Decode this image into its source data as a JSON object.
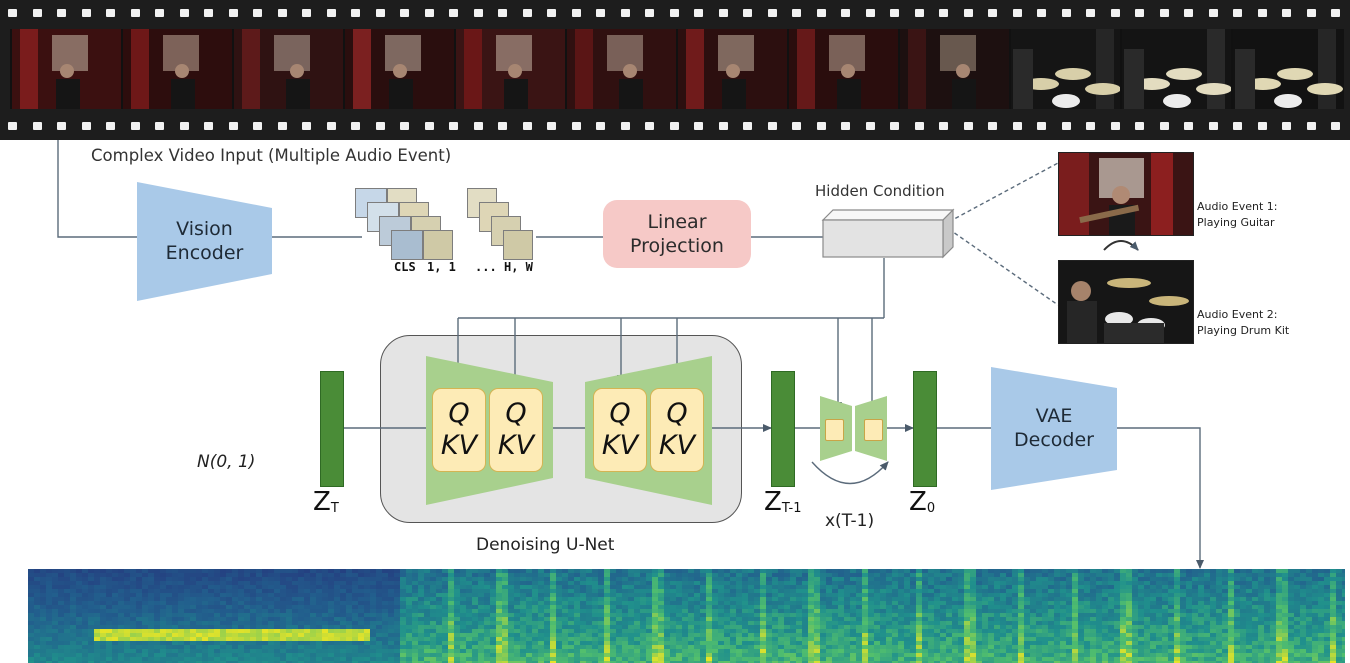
{
  "labels": {
    "video_input": "Complex Video Input (Multiple Audio Event)",
    "vision_encoder": [
      "Vision",
      "Encoder"
    ],
    "linear_projection": [
      "Linear",
      "Projection"
    ],
    "hidden_condition": "Hidden Condition",
    "event1": [
      "Audio Event 1:",
      "Playing Guitar"
    ],
    "event2": [
      "Audio Event 2:",
      "Playing Drum Kit"
    ],
    "noise": "N(0, 1)",
    "z_t": {
      "main": "Z",
      "sub": "T"
    },
    "z_t1": {
      "main": "Z",
      "sub": "T-1"
    },
    "z_0": {
      "main": "Z",
      "sub": "0"
    },
    "loop": "x(T-1)",
    "denoising_unet": "Denoising U-Net",
    "vae_decoder": [
      "VAE",
      "Decoder"
    ],
    "attention_q": "Q",
    "attention_kv": "KV",
    "tokens": {
      "cls": "CLS",
      "first": "1, 1",
      "dots": "...",
      "last": "H, W"
    }
  },
  "colors": {
    "encoder_blue": "#a9c9e8",
    "projection_pink": "#f6c9c7",
    "latent_green": "#4a8c37",
    "unet_green": "#a8d08d",
    "attention_yellow": "#fdebb6",
    "unet_bg": "#e4e4e4",
    "arrow": "#4b5b6b"
  }
}
